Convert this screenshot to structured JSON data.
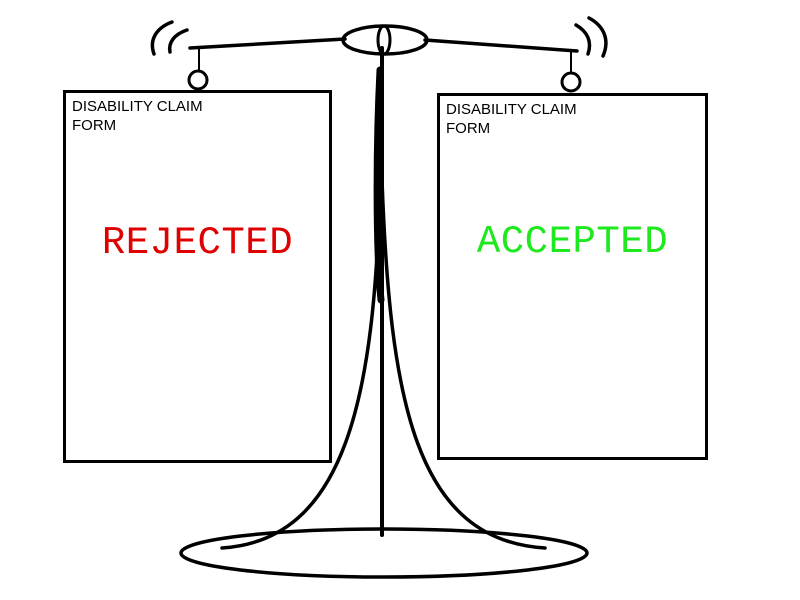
{
  "forms": [
    {
      "title": "DISABILITY CLAIM FORM",
      "status": "REJECTED",
      "status_color": "#e00000"
    },
    {
      "title": "DISABILITY CLAIM FORM",
      "status": "ACCEPTED",
      "status_color": "#1ee81e"
    }
  ],
  "drawing": {
    "subject": "balance-scale",
    "stroke_color": "#000000"
  }
}
